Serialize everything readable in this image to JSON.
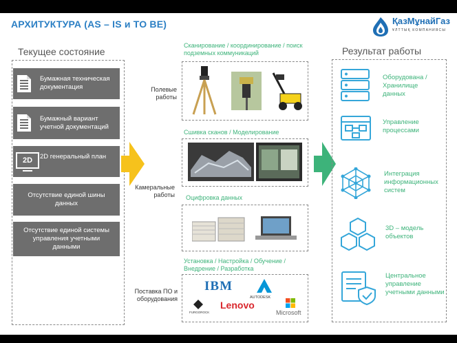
{
  "title": "АРХИТУКТУРА (AS – IS и TO BE)",
  "logo": {
    "name": "ҚазМұнайГаз",
    "tagline": "ҰЛТТЫҚ КОМПАНИЯСЫ"
  },
  "current_state": {
    "heading": "Текущее состояние",
    "cards": [
      {
        "label": "Бумажная техническая документация",
        "icon": "document-icon"
      },
      {
        "label": "Бумажный вариант учетной документаций",
        "icon": "document-icon"
      },
      {
        "label": "2D генеральный план",
        "icon": "monitor-2d-icon",
        "icon_text": "2D"
      },
      {
        "label": "Отсутствие единой шины данных"
      },
      {
        "label": "Отсутствие единой системы управления учетными данными"
      }
    ]
  },
  "work": {
    "field_label": "Полевые работы",
    "office_label": "Камеральные работы",
    "supply_label": "Поставка ПО и оборудования",
    "scan_label": "Сканирование / координирование / поиск подземных коммуникаций",
    "model_label": "Сшивка сканов / Моделирование",
    "digit_label": "Оцифровка данных",
    "install_label": "Установка / Настройка / Обучение / Внедрение / Разработка",
    "vendors": [
      "IBM",
      "AUTODESK",
      "FURGOROCK",
      "Lenovo",
      "Microsoft"
    ]
  },
  "result": {
    "heading": "Результат работы",
    "items": [
      {
        "label": "Оборудована / Хранилище данных",
        "icon": "server-icon"
      },
      {
        "label": "Управление процессами",
        "icon": "process-icon"
      },
      {
        "label": "Интеграция информационных систем",
        "icon": "network-icon"
      },
      {
        "label": "3D – модель объектов",
        "icon": "cubes-icon"
      },
      {
        "label": "Центральное управление учетными данными",
        "icon": "secure-doc-icon"
      }
    ]
  },
  "colors": {
    "title": "#2b7fc4",
    "card": "#6e6e6e",
    "arrow_yellow": "#f6c21c",
    "arrow_green": "#3db37a",
    "accent_blue": "#34a6d9"
  }
}
